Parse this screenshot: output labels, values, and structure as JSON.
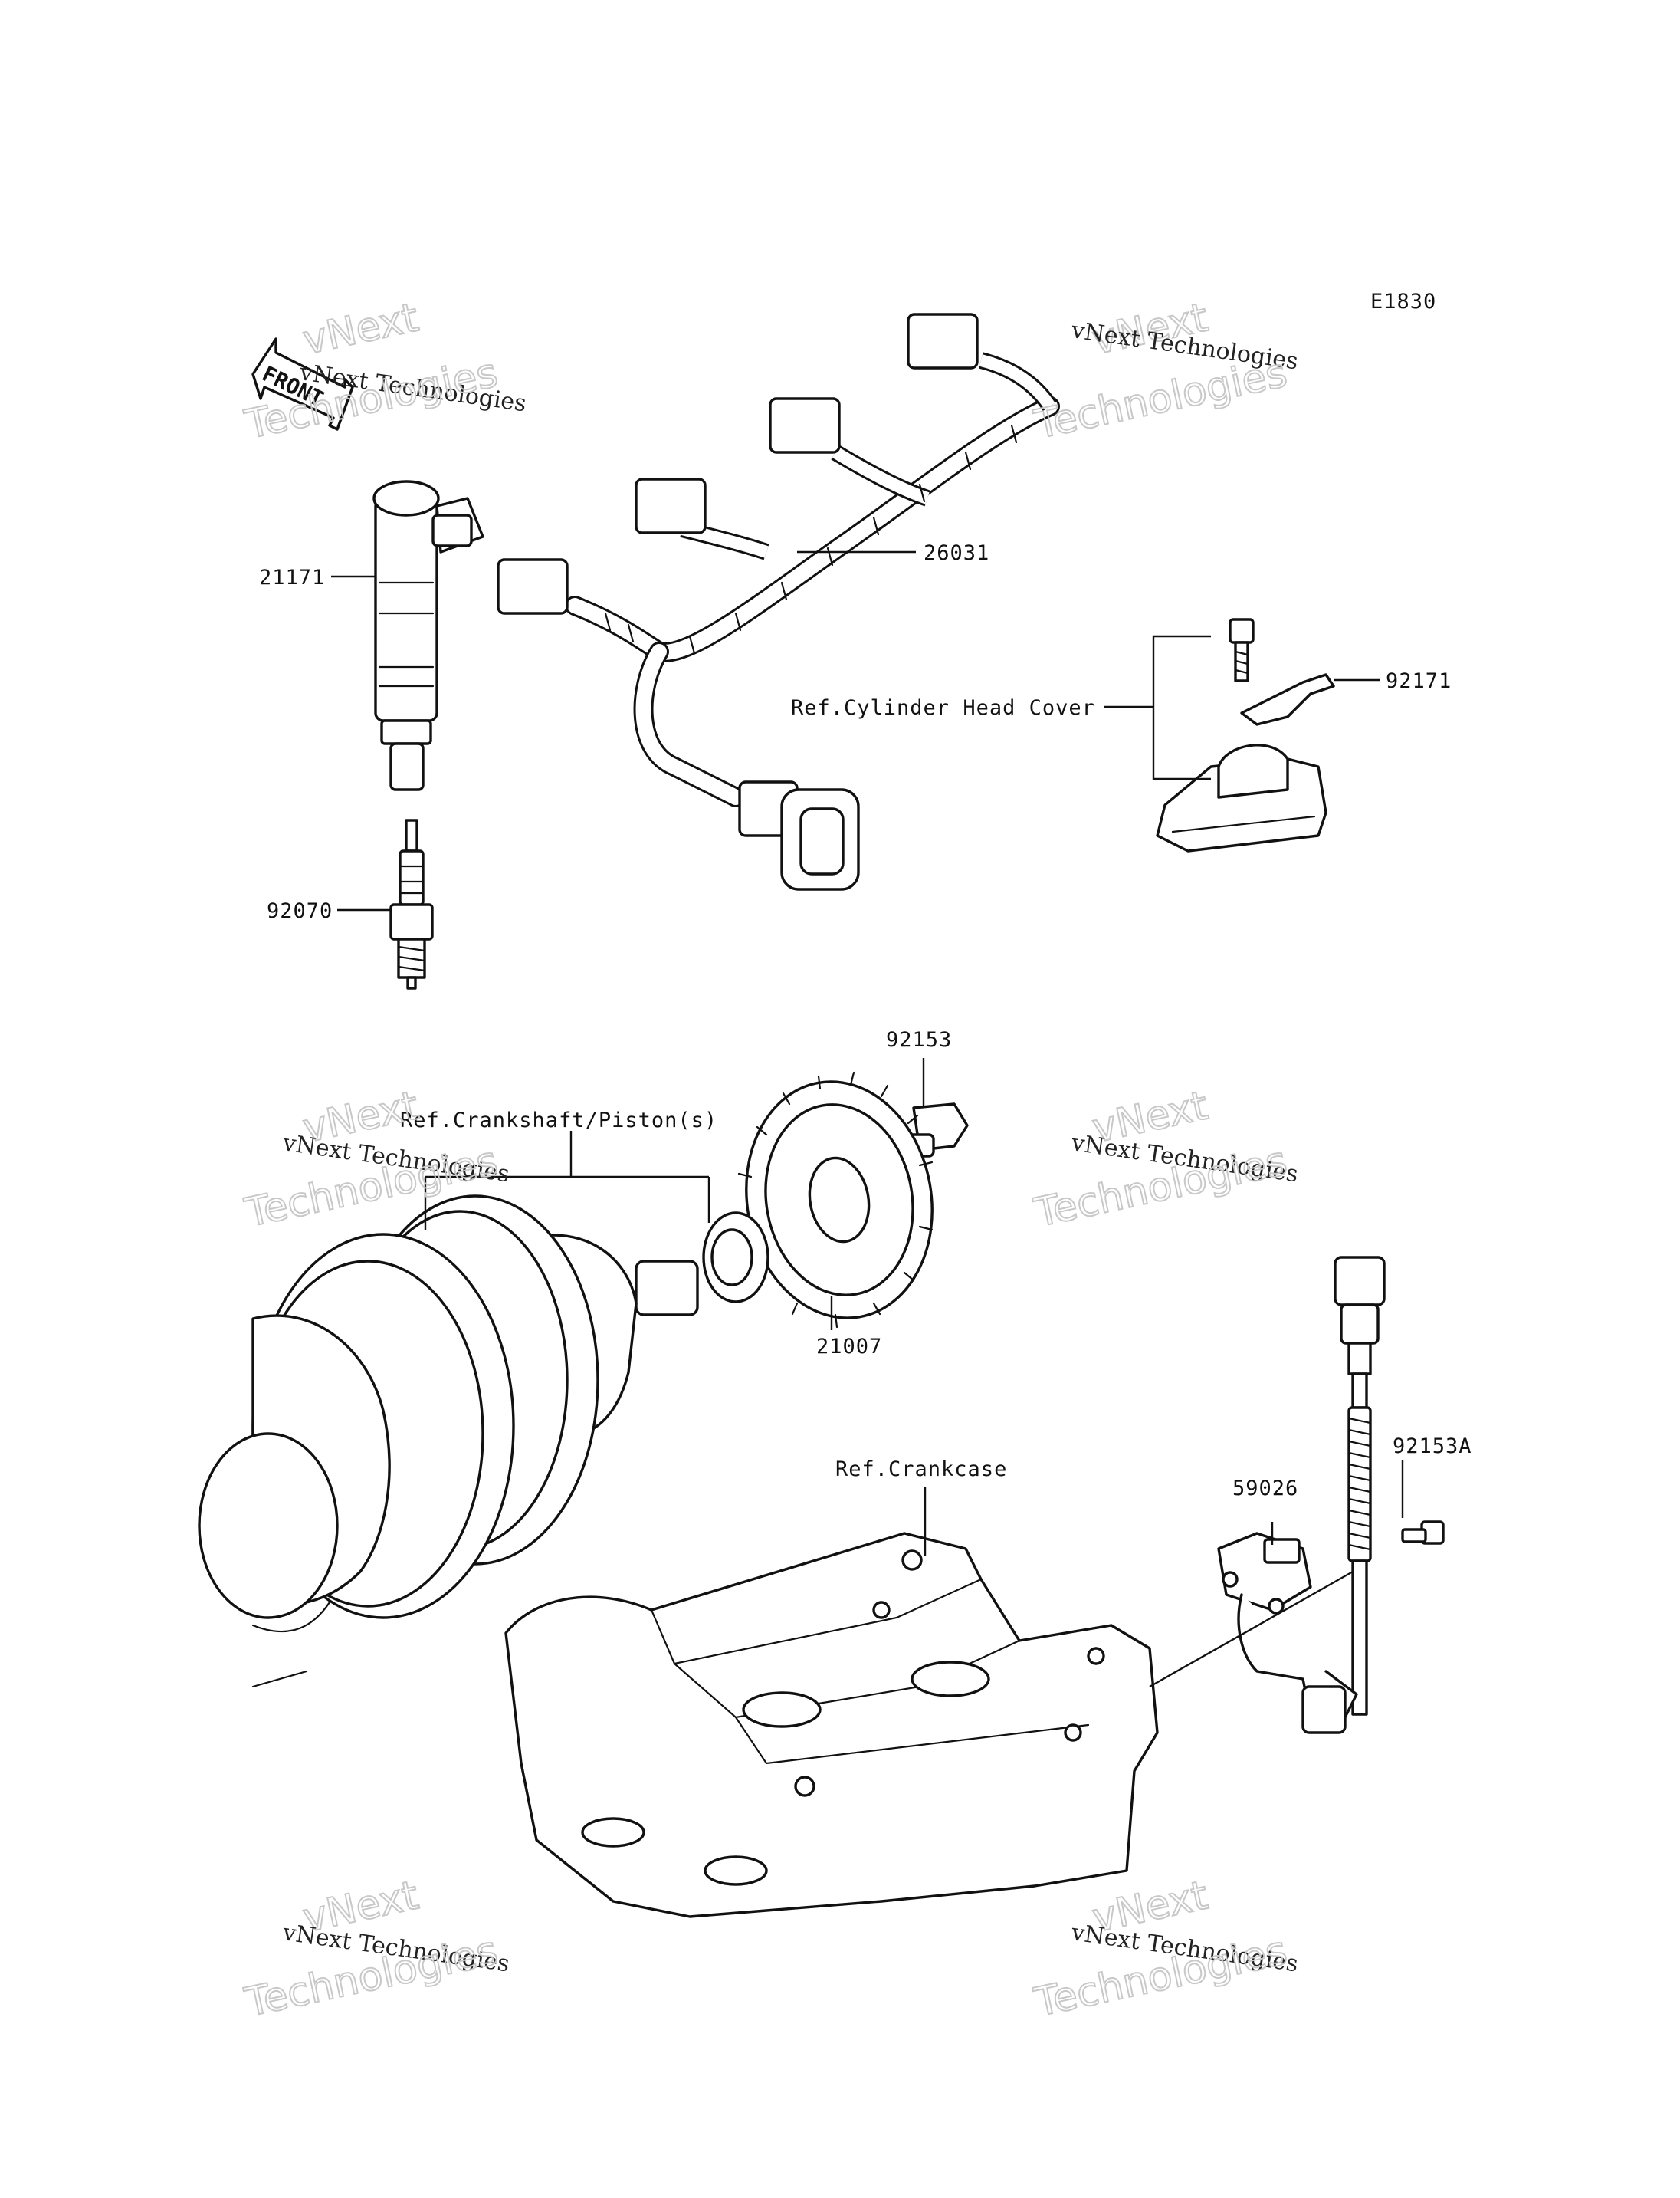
{
  "diagram_code": "E1830",
  "front_arrow_label": "FRONT",
  "watermark": {
    "line1": "vNext",
    "line2": "vNext Technologies",
    "line3": "Technologies"
  },
  "callouts": {
    "p21171": "21171",
    "p26031": "26031",
    "p92171": "92171",
    "ref_cyl_head": "Ref.Cylinder Head Cover",
    "p92070": "92070",
    "p92153": "92153",
    "ref_crank": "Ref.Crankshaft/Piston(s)",
    "p21007": "21007",
    "p92153a": "92153A",
    "p59026": "59026",
    "ref_crankcase": "Ref.Crankcase"
  },
  "colors": {
    "line": "#111111",
    "watermark": "#c8c8c8"
  }
}
